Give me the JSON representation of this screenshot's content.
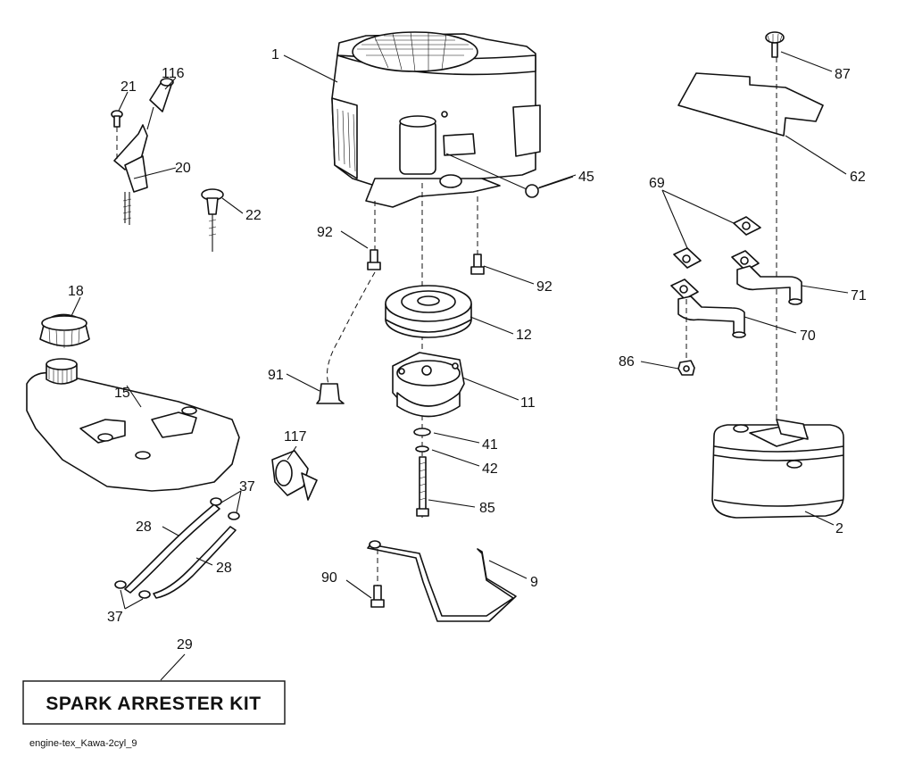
{
  "diagram": {
    "part_numbers": {
      "engine": "1",
      "muffler": "2",
      "belt_guide": "9",
      "pto_clutch": "11",
      "pulley": "12",
      "fuel_tank": "15",
      "fuel_cap": "18",
      "throttle_bracket": "20",
      "bracket_bolt": "21",
      "choke_knob": "22",
      "fuel_line_upper": "28",
      "fuel_line_lower": "28",
      "hose_clamp_upper": "37",
      "hose_clamp_lower": "37",
      "washer": "41",
      "lock_washer": "42",
      "clutch_harness": "45",
      "muffler_heat_shield": "62",
      "exhaust_gasket": "69",
      "exhaust_pipe_left": "70",
      "exhaust_pipe_right": "71",
      "clutch_bolt": "85",
      "nut": "86",
      "heat_shield_screw": "87",
      "belt_guide_bolt": "90",
      "bushing": "91",
      "engine_bolt_left": "92",
      "engine_bolt_right": "92",
      "spark_arrester_kit": "29",
      "throttle_knob": "116",
      "fuel_valve": "117"
    },
    "kit_label": "SPARK ARRESTER KIT",
    "footer_code": "engine-tex_Kawa-2cyl_9"
  }
}
